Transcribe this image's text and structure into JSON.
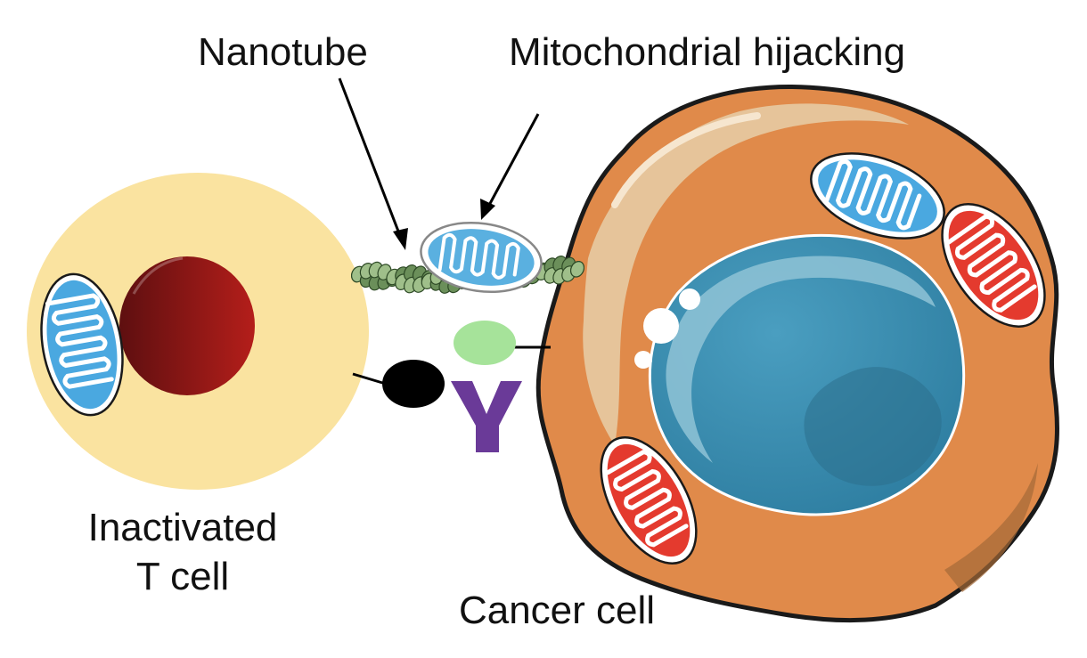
{
  "labels": {
    "nanotube": "Nanotube",
    "mito_hijacking": "Mitochondrial hijacking",
    "tcell_line1": "Inactivated",
    "tcell_line2": "T cell",
    "cancer": "Cancer cell"
  },
  "colors": {
    "tcell_cytoplasm": "#fae3a0",
    "tcell_nucleus_dark": "#5e0f10",
    "tcell_nucleus_light": "#b41e1a",
    "cancer_membrane": "#1a1a1a",
    "cancer_cytoplasm": "#e08a4a",
    "cancer_highlight": "#e6c49a",
    "cancer_nucleus": "#3a8eb0",
    "cancer_nucleus_dark": "#2c6f8c",
    "cancer_nucleus_light": "#8fc3d6",
    "mito_blue": "#4aa8e0",
    "mito_red": "#e43a2e",
    "nanotube": "#6b8f5a",
    "ligand_black": "#000000",
    "receptor_green": "#a6e39a",
    "antibody_purple": "#6a3a98"
  }
}
